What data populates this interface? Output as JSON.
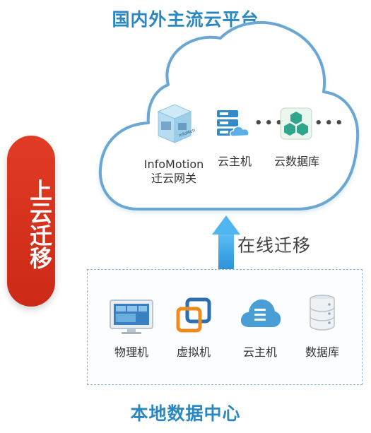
{
  "header": {
    "title": "国内外主流云平台"
  },
  "footer": {
    "title": "本地数据中心"
  },
  "side_badge": {
    "label": "上云迁移"
  },
  "cloud": {
    "items": [
      {
        "name": "InfoMotion",
        "sub": "迁云网关",
        "icon": "gateway-box-icon"
      },
      {
        "name": "云主机",
        "icon": "cloud-server-icon"
      },
      {
        "name": "云数据库",
        "icon": "cloud-database-hexagon-icon"
      }
    ],
    "ellipsis": "•••",
    "box_brand": "InfoMotion"
  },
  "arrow": {
    "label": "在线迁移"
  },
  "datacenter": {
    "items": [
      {
        "name": "物理机",
        "icon": "monitor-icon"
      },
      {
        "name": "虚拟机",
        "icon": "virtual-machine-icon"
      },
      {
        "name": "云主机",
        "icon": "cloud-server-icon"
      },
      {
        "name": "数据库",
        "icon": "database-icon"
      }
    ]
  },
  "colors": {
    "title_blue": "#2b87c0",
    "badge_red": "#d8321d",
    "cloud_stroke": "#6aa7d2",
    "arrow_blue": "#3ba3e6"
  }
}
